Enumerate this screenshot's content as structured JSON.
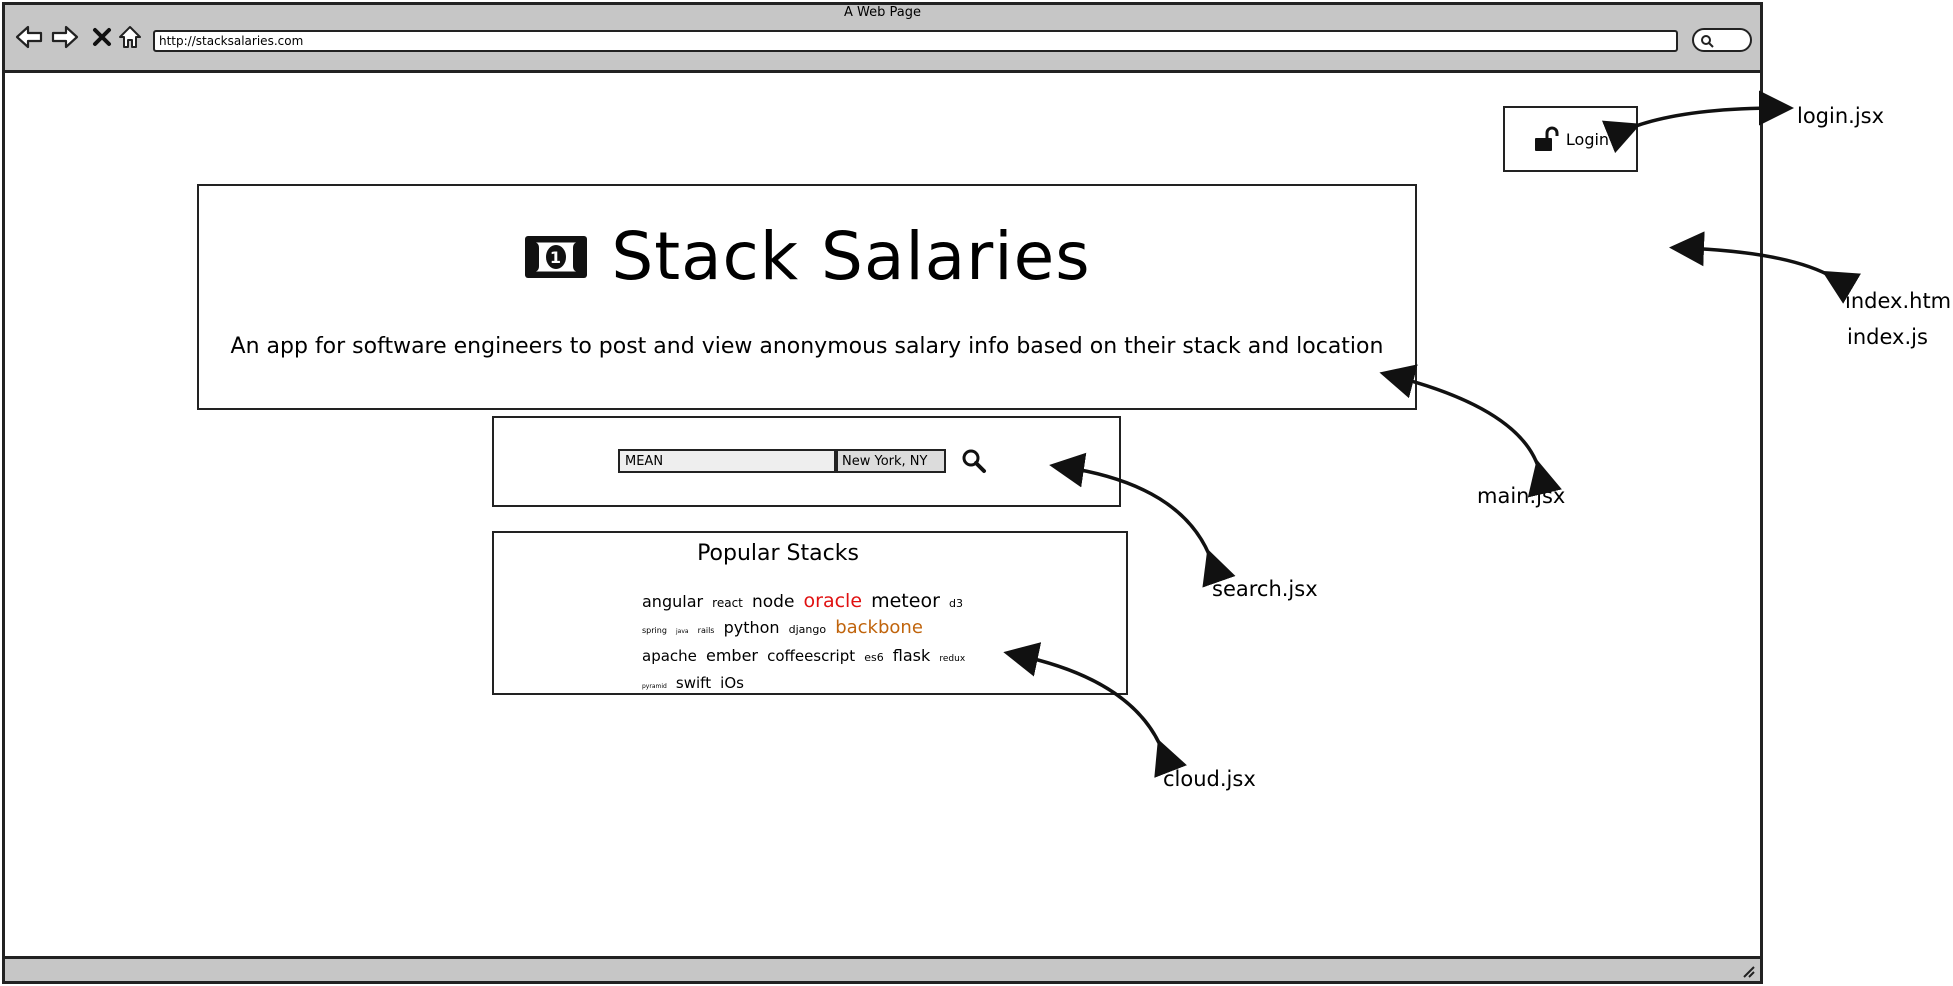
{
  "browser": {
    "window_title": "A Web Page",
    "url": "http://stacksalaries.com"
  },
  "login": {
    "label": "Login"
  },
  "header": {
    "title": "Stack Salaries",
    "tagline": "An app for software engineers to post and view anonymous salary info based on their stack and location"
  },
  "search": {
    "stack_value": "MEAN",
    "location_value": "New York, NY"
  },
  "cloud": {
    "title": "Popular Stacks",
    "tags": [
      {
        "text": "angular",
        "size": 16,
        "color": "#000000"
      },
      {
        "text": "react",
        "size": 12,
        "color": "#000000"
      },
      {
        "text": "node",
        "size": 17,
        "color": "#000000"
      },
      {
        "text": "oracle",
        "size": 19,
        "color": "#e01010"
      },
      {
        "text": "meteor",
        "size": 19,
        "color": "#000000"
      },
      {
        "text": "d3",
        "size": 11,
        "color": "#000000"
      },
      {
        "text": "spring",
        "size": 8,
        "color": "#000000"
      },
      {
        "text": "java",
        "size": 6,
        "color": "#000000"
      },
      {
        "text": "rails",
        "size": 8,
        "color": "#000000"
      },
      {
        "text": "python",
        "size": 16,
        "color": "#000000"
      },
      {
        "text": "django",
        "size": 11,
        "color": "#000000"
      },
      {
        "text": "backbone",
        "size": 18,
        "color": "#c0640c"
      },
      {
        "text": "apache",
        "size": 15,
        "color": "#000000"
      },
      {
        "text": "ember",
        "size": 16,
        "color": "#000000"
      },
      {
        "text": "coffeescript",
        "size": 15,
        "color": "#000000"
      },
      {
        "text": "es6",
        "size": 11,
        "color": "#000000"
      },
      {
        "text": "flask",
        "size": 16,
        "color": "#000000"
      },
      {
        "text": "redux",
        "size": 9,
        "color": "#000000"
      },
      {
        "text": "pyramid",
        "size": 6,
        "color": "#000000"
      },
      {
        "text": "swift",
        "size": 15,
        "color": "#000000"
      },
      {
        "text": "iOs",
        "size": 15,
        "color": "#000000"
      }
    ]
  },
  "annotations": {
    "login": "login.jsx",
    "index_html": "index.html",
    "index_js": "index.js",
    "main": "main.jsx",
    "search": "search.jsx",
    "cloud": "cloud.jsx"
  },
  "icons": {
    "back": "back-arrow-icon",
    "forward": "forward-arrow-icon",
    "stop": "close-icon",
    "home": "home-icon",
    "search": "search-icon",
    "lock": "unlocked-lock-icon",
    "money": "money-bill-icon",
    "resize": "resize-grip-icon"
  }
}
